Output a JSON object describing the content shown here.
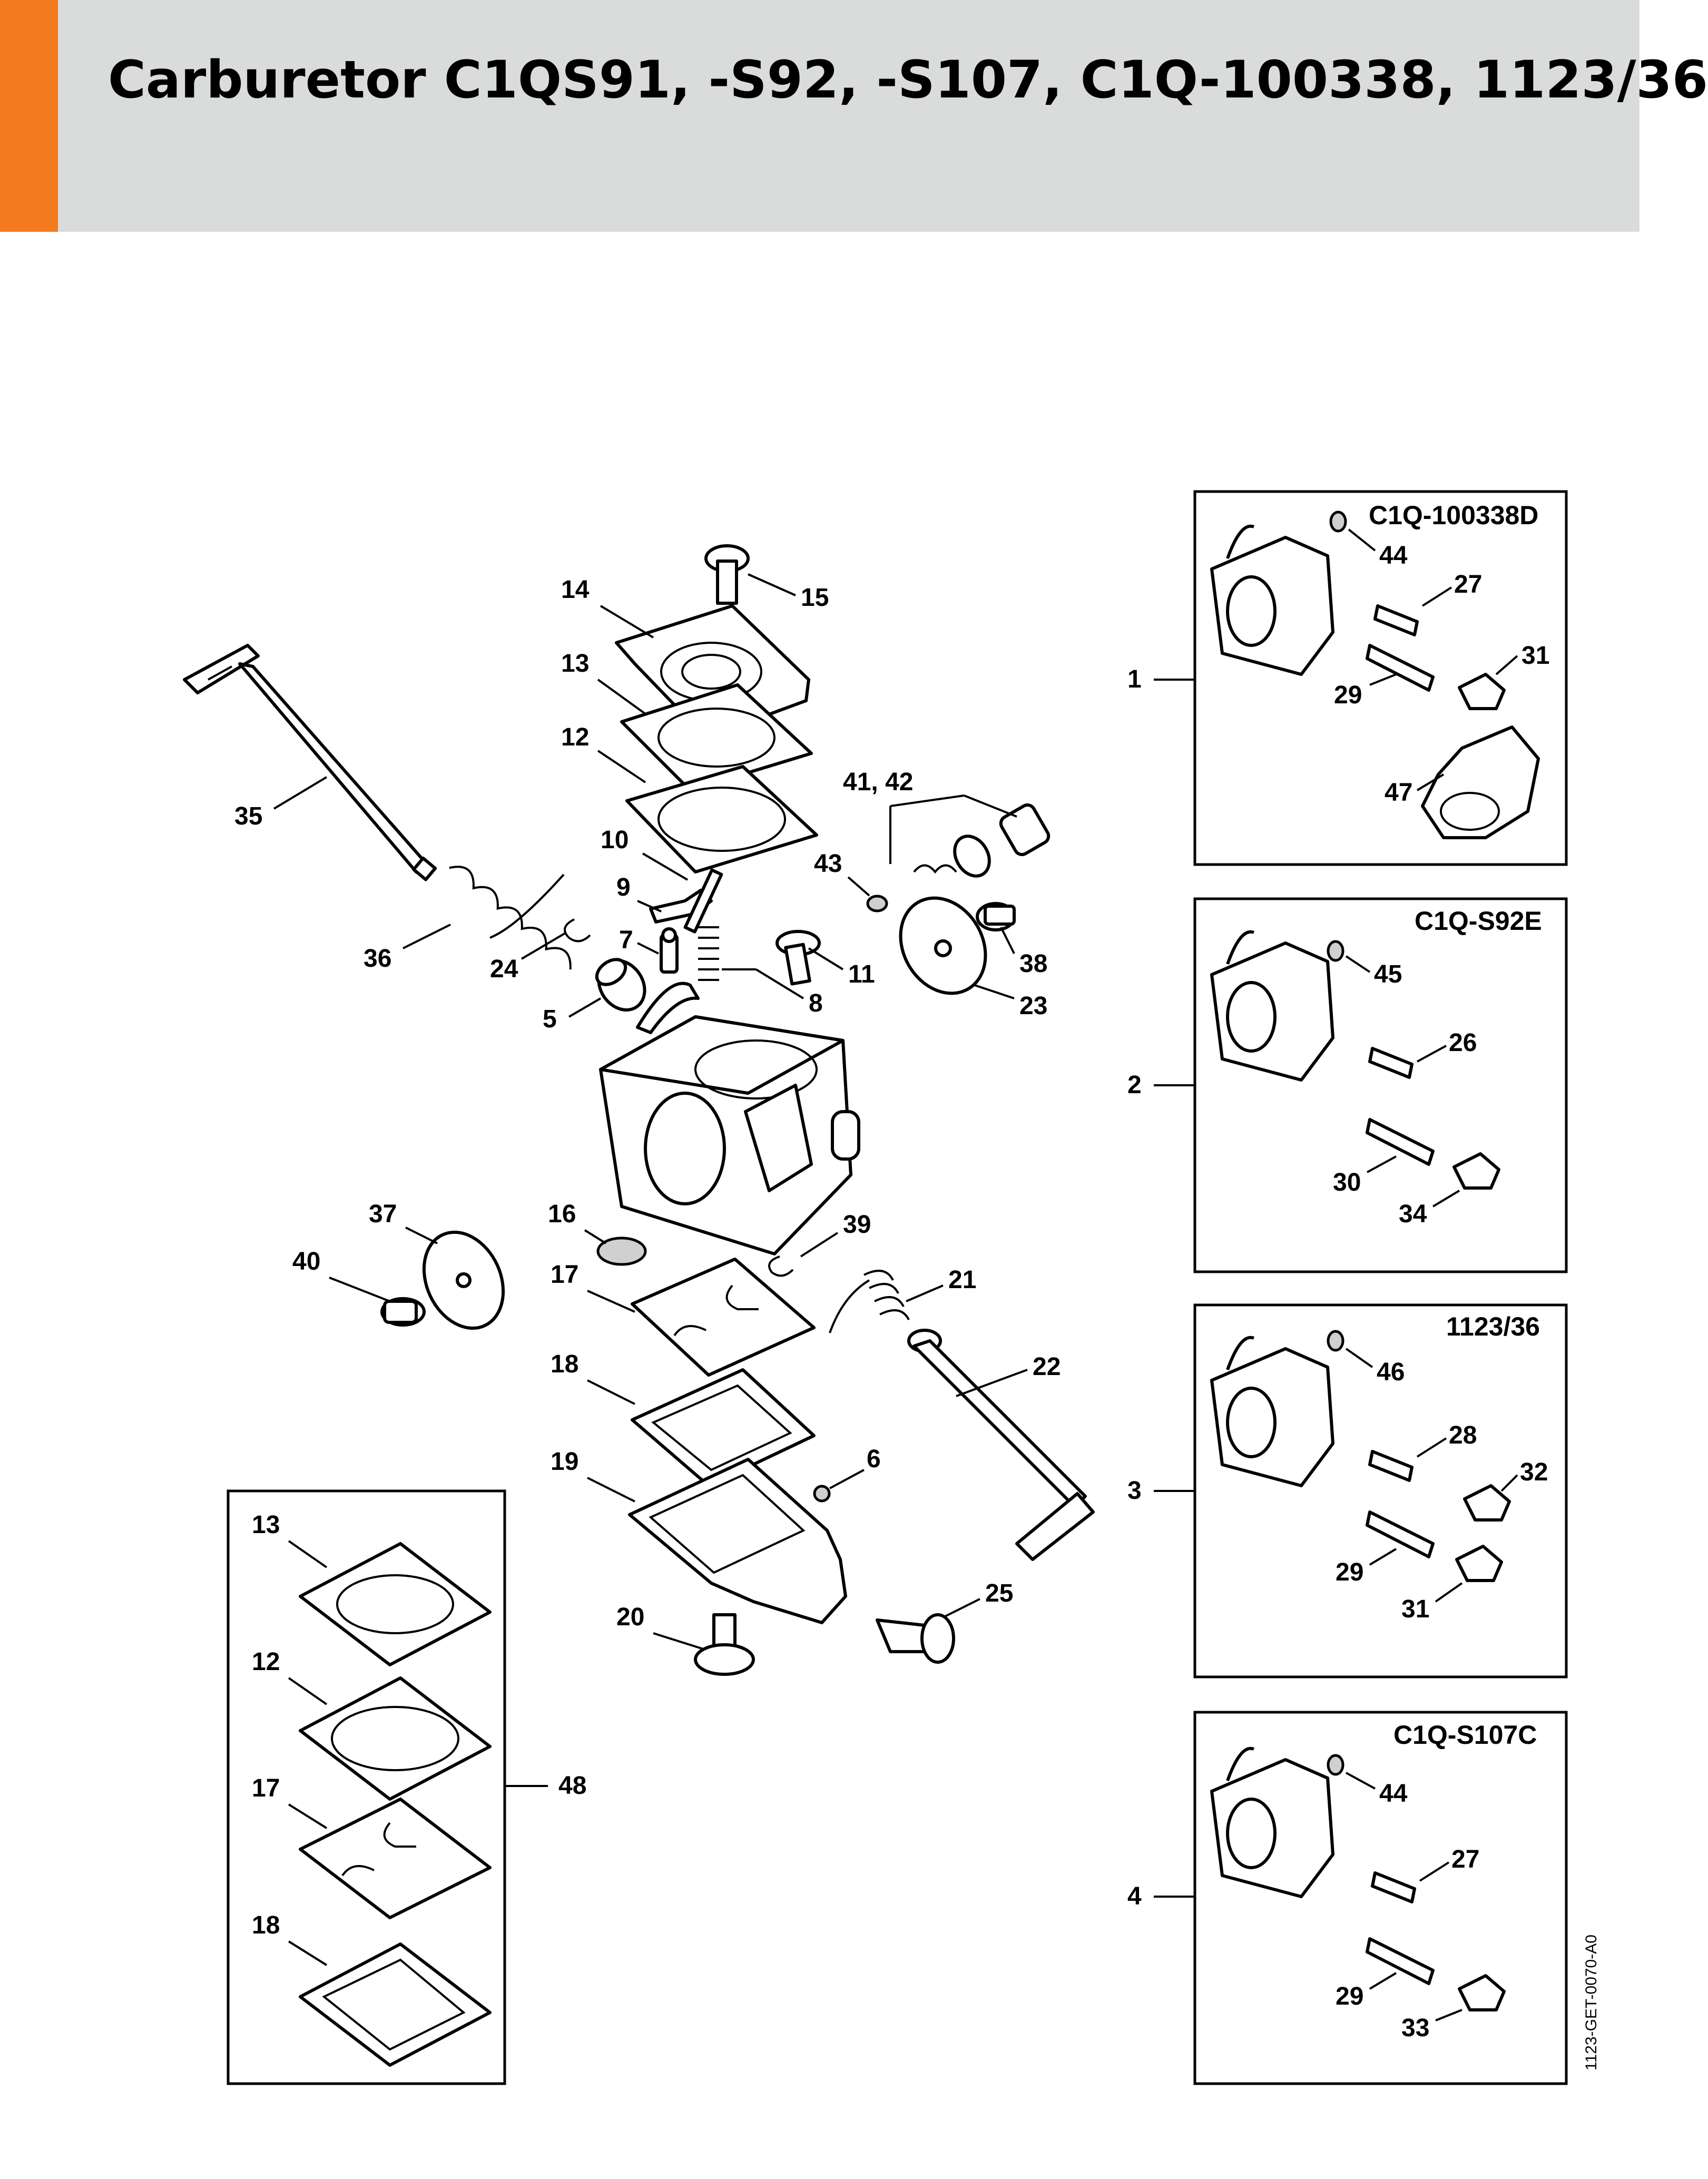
{
  "header": {
    "title": "Carburetor C1QS91, -S92, -S107, C1Q-100338, 1123/36",
    "accent_color": "#f37a1f",
    "band_color": "#dadbdb"
  },
  "callouts": {
    "c1": "1",
    "c2": "2",
    "c3": "3",
    "c4": "4",
    "c5": "5",
    "c6": "6",
    "c7": "7",
    "c8": "8",
    "c9": "9",
    "c10": "10",
    "c11": "11",
    "c12": "12",
    "c13": "13",
    "c14": "14",
    "c15": "15",
    "c16": "16",
    "c17": "17",
    "c18": "18",
    "c19": "19",
    "c20": "20",
    "c21": "21",
    "c22": "22",
    "c23": "23",
    "c24": "24",
    "c25": "25",
    "c35": "35",
    "c36": "36",
    "c37": "37",
    "c38": "38",
    "c39": "39",
    "c40": "40",
    "c4142": "41, 42",
    "c43": "43",
    "c48": "48"
  },
  "kit": {
    "k13": "13",
    "k12": "12",
    "k17": "17",
    "k18": "18"
  },
  "boxes": [
    {
      "title": "C1Q-100338D",
      "labels": [
        "44",
        "27",
        "31",
        "29",
        "47"
      ]
    },
    {
      "title": "C1Q-S92E",
      "labels": [
        "45",
        "26",
        "30",
        "34"
      ]
    },
    {
      "title": "1123/36",
      "labels": [
        "46",
        "28",
        "32",
        "29",
        "31"
      ]
    },
    {
      "title": "C1Q-S107C",
      "labels": [
        "44",
        "27",
        "29",
        "33"
      ]
    }
  ],
  "reference": "1123-GET-0070-A0"
}
